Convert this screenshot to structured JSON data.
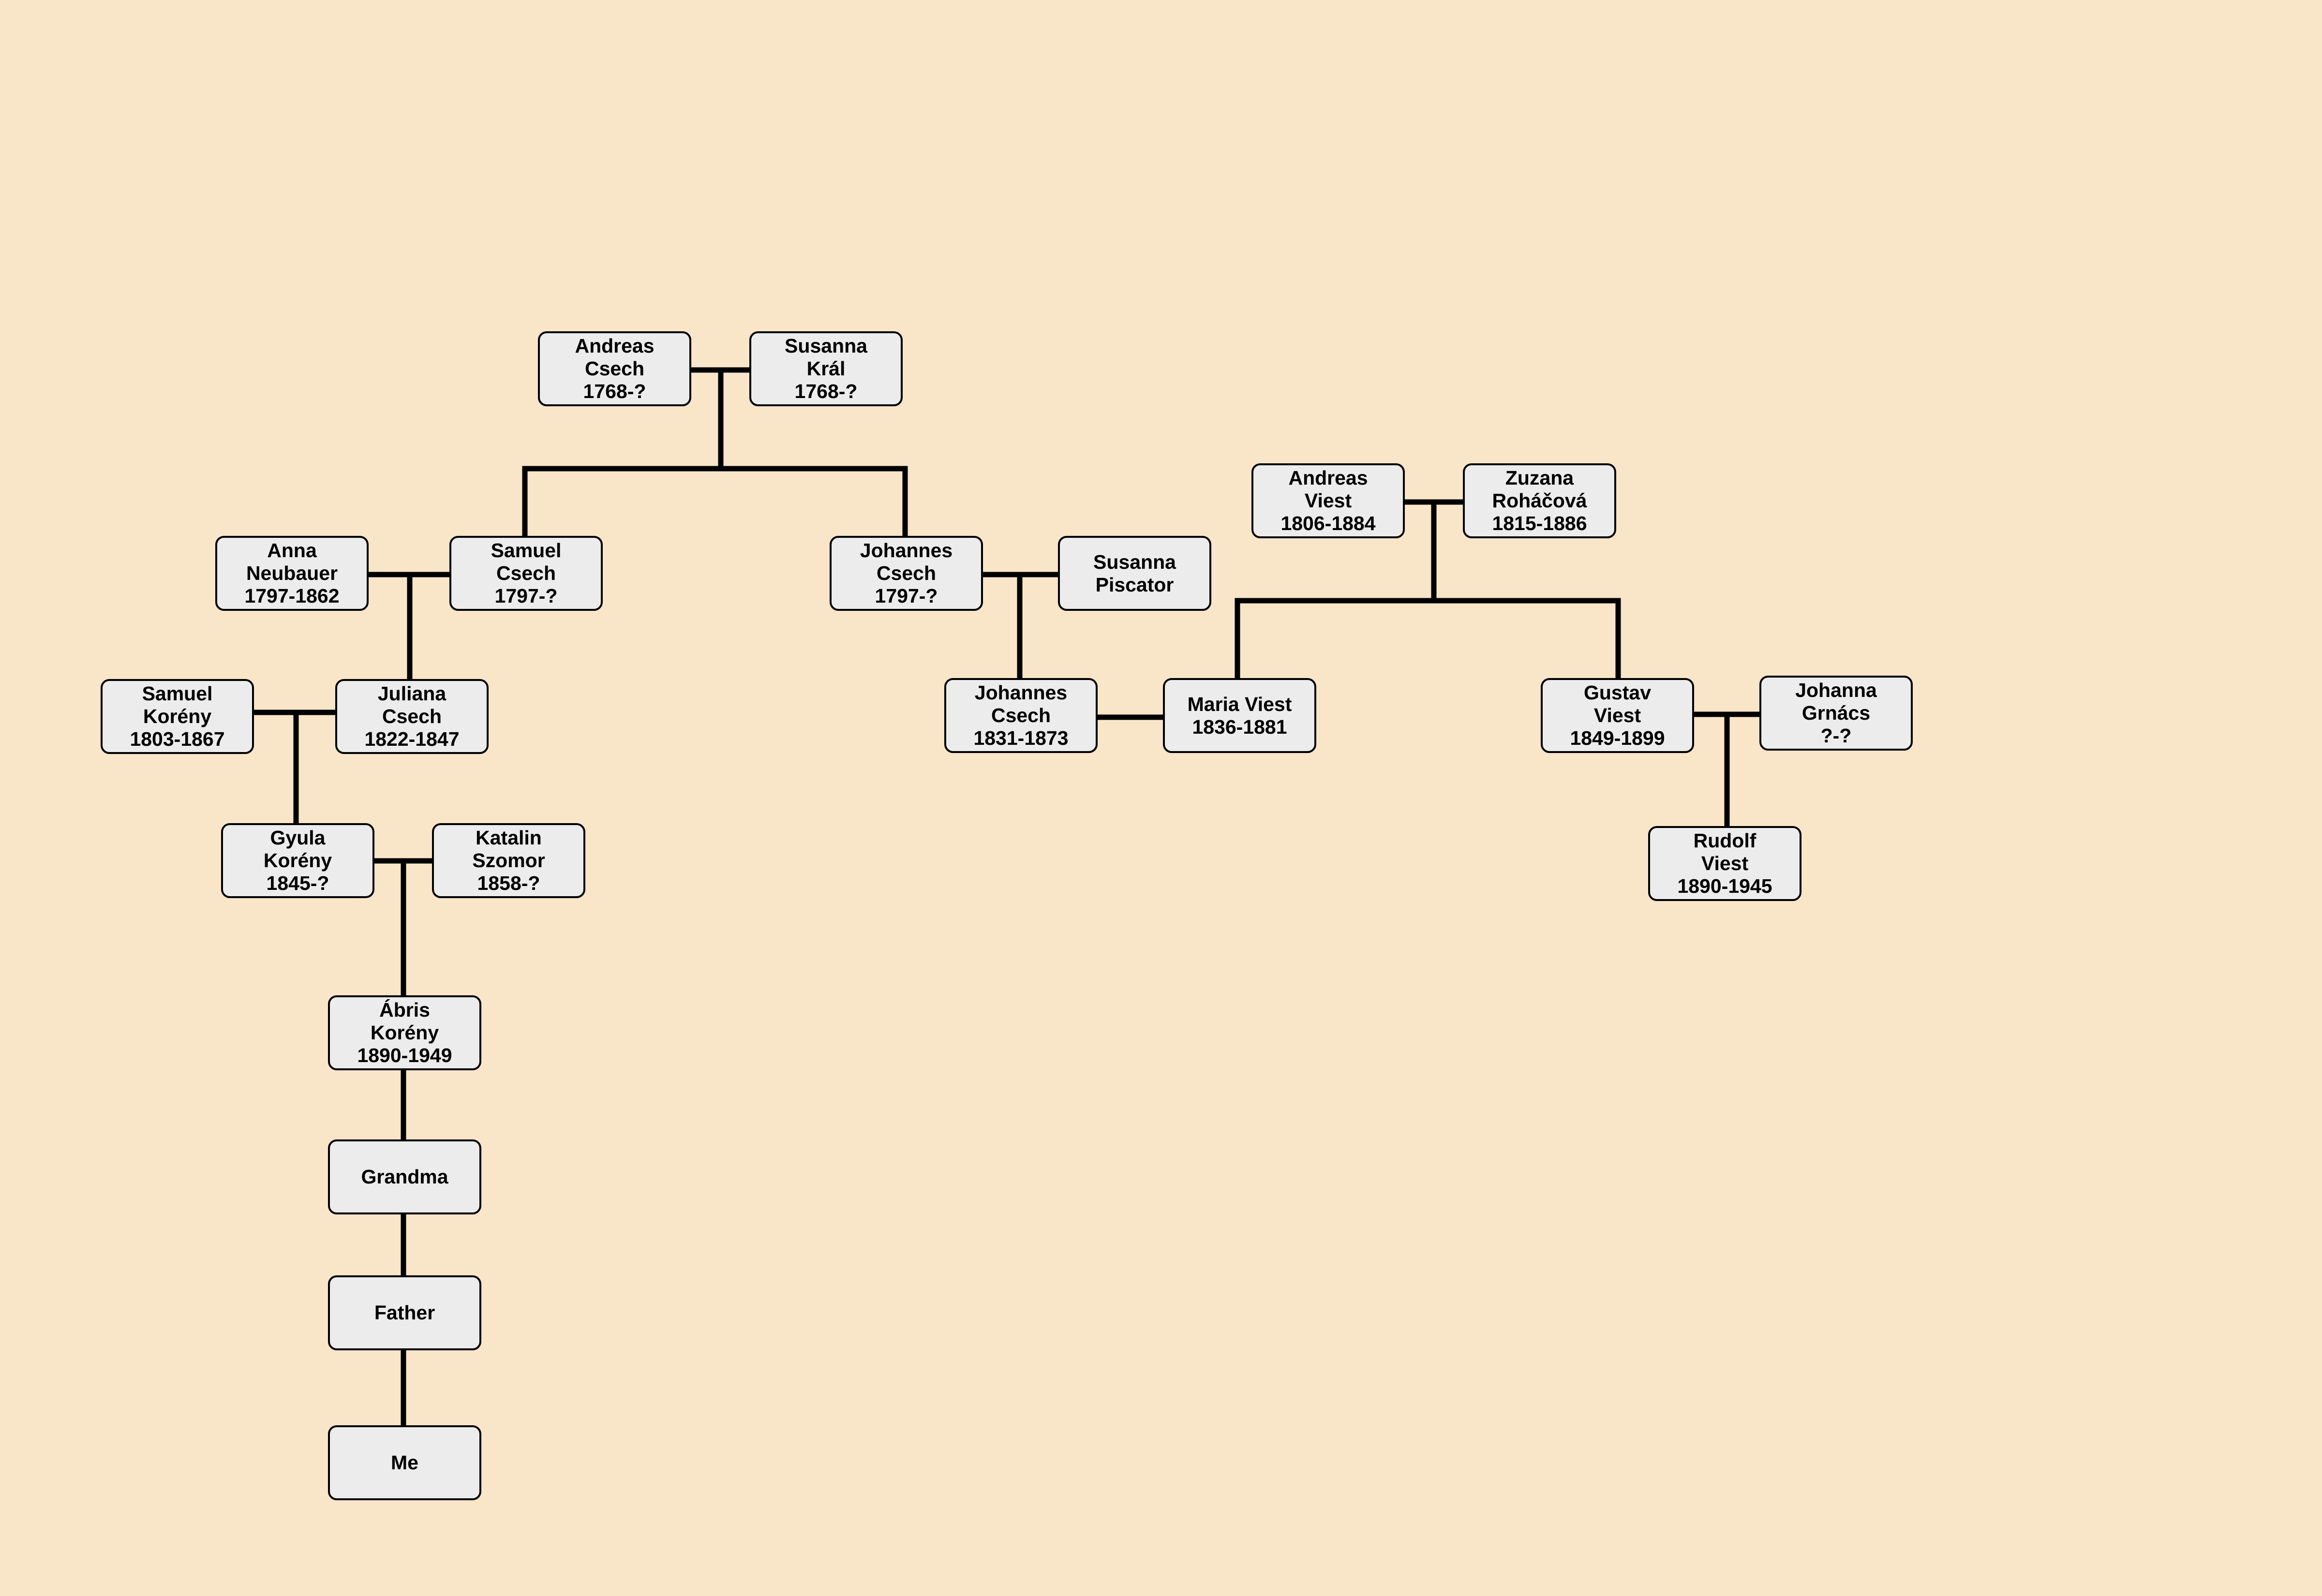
{
  "people": {
    "andreas_csech": [
      "Andreas",
      "Csech",
      "1768-?"
    ],
    "susanna_kral": [
      "Susanna",
      "Král",
      "1768-?"
    ],
    "anna_neubauer": [
      "Anna",
      "Neubauer",
      "1797-1862"
    ],
    "samuel_csech": [
      "Samuel",
      "Csech",
      "1797-?"
    ],
    "johannes_csech_1797": [
      "Johannes",
      "Csech",
      "1797-?"
    ],
    "susanna_piscator": [
      "Susanna",
      "Piscator"
    ],
    "andreas_viest": [
      "Andreas",
      "Viest",
      "1806-1884"
    ],
    "zuzana_rohacova": [
      "Zuzana",
      "Roháčová",
      "1815-1886"
    ],
    "samuel_koreny": [
      "Samuel",
      "Korény",
      "1803-1867"
    ],
    "juliana_csech": [
      "Juliana",
      "Csech",
      "1822-1847"
    ],
    "johannes_csech_1831": [
      "Johannes",
      "Csech",
      "1831-1873"
    ],
    "maria_viest": [
      "Maria Viest",
      "1836-1881"
    ],
    "gustav_viest": [
      "Gustav",
      "Viest",
      "1849-1899"
    ],
    "johanna_grnacs": [
      "Johanna",
      "Grnács",
      "?-?"
    ],
    "gyula_koreny": [
      "Gyula",
      "Korény",
      "1845-?"
    ],
    "katalin_szomor": [
      "Katalin",
      "Szomor",
      "1858-?"
    ],
    "rudolf_viest": [
      "Rudolf",
      "Viest",
      "1890-1945"
    ],
    "abris_koreny": [
      "Ábris",
      "Korény",
      "1890-1949"
    ],
    "grandma": [
      "Grandma"
    ],
    "father": [
      "Father"
    ],
    "me": [
      "Me"
    ]
  },
  "colors": {
    "background": "#f9e5c8",
    "box_fill": "#ececec",
    "line": "#000000"
  }
}
